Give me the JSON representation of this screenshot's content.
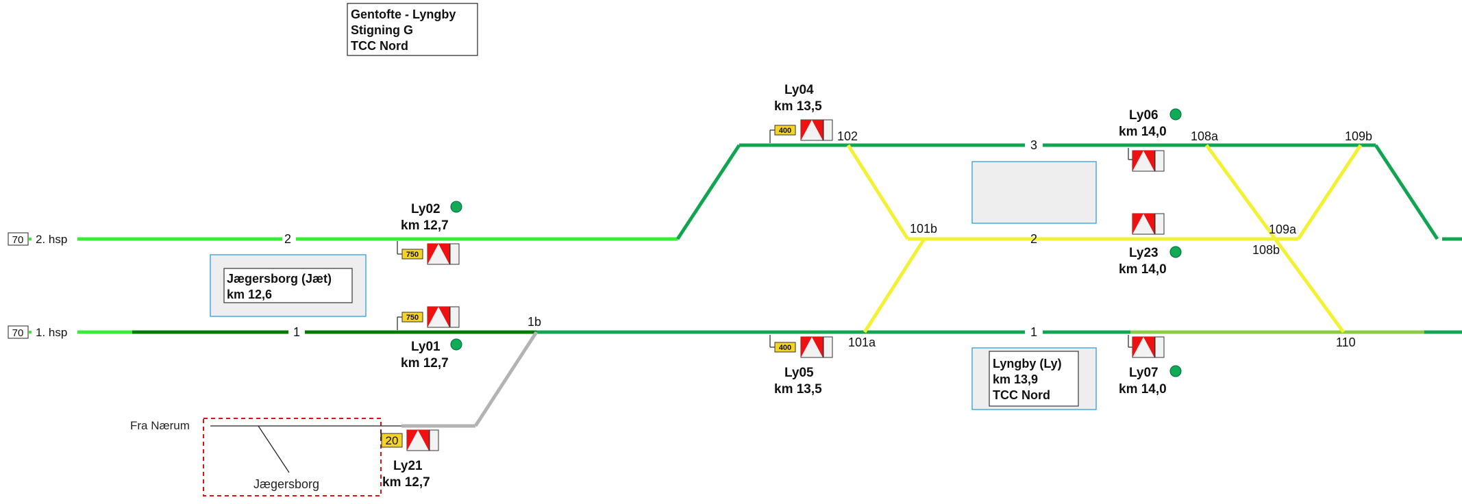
{
  "header": {
    "lines": [
      "Gentofte - Lyngby",
      "Stigning G",
      "TCC Nord"
    ]
  },
  "colors": {
    "track_light": "#33ee33",
    "track_dark": "#007a00",
    "track_mid": "#11a552",
    "track_yellow": "#f2f234",
    "track_gray": "#b3b3b3",
    "track_olive": "#88cc44",
    "signal_red": "#ee1111",
    "speed_box": "#f5d327",
    "station_fill": "#eeeeee",
    "station_border": "#4aa8d8",
    "indicator_green": "#11aa55",
    "red_dashed": "#dd1111"
  },
  "lines": {
    "line2": {
      "speed": "70",
      "name": "2. hsp"
    },
    "line1": {
      "speed": "70",
      "name": "1. hsp"
    }
  },
  "track_labels": {
    "t2": "2",
    "t1": "1",
    "t3": "3",
    "t2_ly": "2",
    "t1_ly": "1"
  },
  "switches": {
    "s1b": "1b",
    "s102": "102",
    "s101a": "101a",
    "s101b": "101b",
    "s108a": "108a",
    "s108b": "108b",
    "s109a": "109a",
    "s109b": "109b",
    "s110": "110"
  },
  "signals": {
    "Ly02": {
      "name": "Ly02",
      "km": "km 12,7",
      "speed": "750"
    },
    "Ly01": {
      "name": "Ly01",
      "km": "km 12,7",
      "speed": "750"
    },
    "Ly04": {
      "name": "Ly04",
      "km": "km 13,5",
      "speed": "400"
    },
    "Ly05": {
      "name": "Ly05",
      "km": "km 13,5",
      "speed": "400"
    },
    "Ly06": {
      "name": "Ly06",
      "km": "km 14,0"
    },
    "Ly23": {
      "name": "Ly23",
      "km": "km 14,0"
    },
    "Ly07": {
      "name": "Ly07",
      "km": "km 14,0"
    },
    "Ly21": {
      "name": "Ly21",
      "km": "km 12,7",
      "speed": "20"
    }
  },
  "stations": {
    "jaegersborg": {
      "name": "Jægersborg (Jæt)",
      "km": "km 12,6"
    },
    "lyngby": {
      "name": "Lyngby (Ly)",
      "km": "km 13,9",
      "tcc": "TCC Nord"
    }
  },
  "branch": {
    "from_label": "Fra Nærum",
    "area_label": "Jægersborg"
  }
}
